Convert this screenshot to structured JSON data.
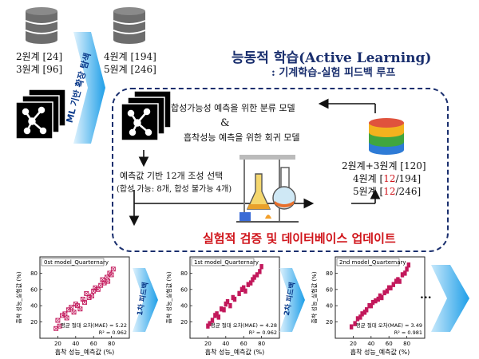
{
  "initial_db": {
    "icon": "database-icon",
    "line1": "2원계 [24]",
    "line2": "3원계 [96]"
  },
  "expanded_db": {
    "icon": "database-icon",
    "line1": "4원계 [194]",
    "line2": "5원계 [246]"
  },
  "ml_arrow_label": "ML 기반 확장 탐색",
  "title": {
    "main": "능동적 학습(Active Learning)",
    "sub": ": 기계학습-실험 피드백 루프"
  },
  "loop": {
    "model_line1": "합성가능성 예측을 위한 분류 모델",
    "ampersand": "&",
    "model_line2": "흡착성능 예측을 위한 회귀 모델",
    "select_line1": "예측값 기반 12개 조성 선택",
    "select_line2": "(합성 가능: 8개, 합성 불가능 4개)",
    "db_stack_icon": "colored-database-icon",
    "db_lines": [
      {
        "prefix": "2원계+3원계 [120]",
        "red": "",
        "suffix": ""
      },
      {
        "prefix": "4원계 [",
        "red": "12",
        "suffix": "/194]"
      },
      {
        "prefix": "5원계 [",
        "red": "12",
        "suffix": "/246]"
      }
    ],
    "update_label": "실험적 검증 및 데이터베이스 업데이트",
    "lab_icon": "lab-equipment-icon"
  },
  "feedback_labels": [
    "1차 피드백",
    "2차 피드백"
  ],
  "ellipsis": "...",
  "colors": {
    "marker": "#c2185b",
    "title": "#1a2f6e",
    "update": "#d0151b",
    "arrow": "#1f9fe8"
  },
  "chart_data": [
    {
      "type": "scatter",
      "title": "0st model_Quarternary",
      "marker": "open",
      "xlabel": "흡착 성능_예측값 (%)",
      "ylabel": "흡착 성능_실험값 (%)",
      "xlim": [
        0,
        100
      ],
      "ylim": [
        0,
        100
      ],
      "xticks": [
        20,
        40,
        60,
        80
      ],
      "yticks": [
        20,
        40,
        60,
        80
      ],
      "mae_label": "평균 절대 오차(MAE) = 5.22",
      "r2_label": "R² = 0.962",
      "points": [
        [
          18,
          12
        ],
        [
          20,
          22
        ],
        [
          22,
          15
        ],
        [
          25,
          28
        ],
        [
          28,
          30
        ],
        [
          30,
          25
        ],
        [
          32,
          35
        ],
        [
          35,
          38
        ],
        [
          38,
          32
        ],
        [
          40,
          42
        ],
        [
          42,
          40
        ],
        [
          45,
          36
        ],
        [
          48,
          48
        ],
        [
          50,
          44
        ],
        [
          52,
          55
        ],
        [
          55,
          50
        ],
        [
          58,
          52
        ],
        [
          60,
          58
        ],
        [
          62,
          62
        ],
        [
          65,
          60
        ],
        [
          68,
          65
        ],
        [
          70,
          72
        ],
        [
          72,
          68
        ],
        [
          75,
          75
        ],
        [
          76,
          70
        ],
        [
          78,
          80
        ],
        [
          80,
          78
        ],
        [
          82,
          85
        ]
      ]
    },
    {
      "type": "scatter",
      "title": "1st model_Quarternary",
      "marker": "filled",
      "xlabel": "흡착 성능_예측값 (%)",
      "ylabel": "흡착 성능_실험값 (%)",
      "xlim": [
        0,
        100
      ],
      "ylim": [
        0,
        100
      ],
      "xticks": [
        20,
        40,
        60,
        80
      ],
      "yticks": [
        20,
        40,
        60,
        80
      ],
      "mae_label": "평균 절대 오차(MAE) = 4.28",
      "r2_label": "R² = 0.962",
      "points": [
        [
          20,
          15
        ],
        [
          22,
          18
        ],
        [
          25,
          22
        ],
        [
          28,
          28
        ],
        [
          30,
          30
        ],
        [
          32,
          26
        ],
        [
          35,
          36
        ],
        [
          38,
          35
        ],
        [
          40,
          42
        ],
        [
          42,
          45
        ],
        [
          45,
          40
        ],
        [
          48,
          50
        ],
        [
          50,
          48
        ],
        [
          55,
          55
        ],
        [
          58,
          60
        ],
        [
          60,
          62
        ],
        [
          62,
          58
        ],
        [
          65,
          66
        ],
        [
          68,
          68
        ],
        [
          70,
          72
        ],
        [
          72,
          75
        ],
        [
          75,
          78
        ],
        [
          78,
          82
        ],
        [
          80,
          88
        ]
      ]
    },
    {
      "type": "scatter",
      "title": "2nd model_Quarternary",
      "marker": "filled",
      "xlabel": "흡착 성능_예측값 (%)",
      "ylabel": "흡착 성능_실험값 (%)",
      "xlim": [
        0,
        100
      ],
      "ylim": [
        0,
        100
      ],
      "xticks": [
        20,
        40,
        60,
        80
      ],
      "yticks": [
        20,
        40,
        60,
        80
      ],
      "mae_label": "평균 절대 오차(MAE) = 3.49",
      "r2_label": "R² = 0.981",
      "points": [
        [
          18,
          14
        ],
        [
          22,
          18
        ],
        [
          25,
          24
        ],
        [
          28,
          26
        ],
        [
          30,
          30
        ],
        [
          33,
          32
        ],
        [
          35,
          35
        ],
        [
          38,
          40
        ],
        [
          40,
          40
        ],
        [
          42,
          44
        ],
        [
          45,
          46
        ],
        [
          48,
          48
        ],
        [
          50,
          52
        ],
        [
          52,
          50
        ],
        [
          55,
          56
        ],
        [
          58,
          58
        ],
        [
          60,
          62
        ],
        [
          62,
          62
        ],
        [
          65,
          66
        ],
        [
          68,
          70
        ],
        [
          70,
          72
        ],
        [
          72,
          70
        ],
        [
          75,
          78
        ],
        [
          78,
          80
        ],
        [
          80,
          85
        ],
        [
          82,
          90
        ]
      ]
    }
  ]
}
